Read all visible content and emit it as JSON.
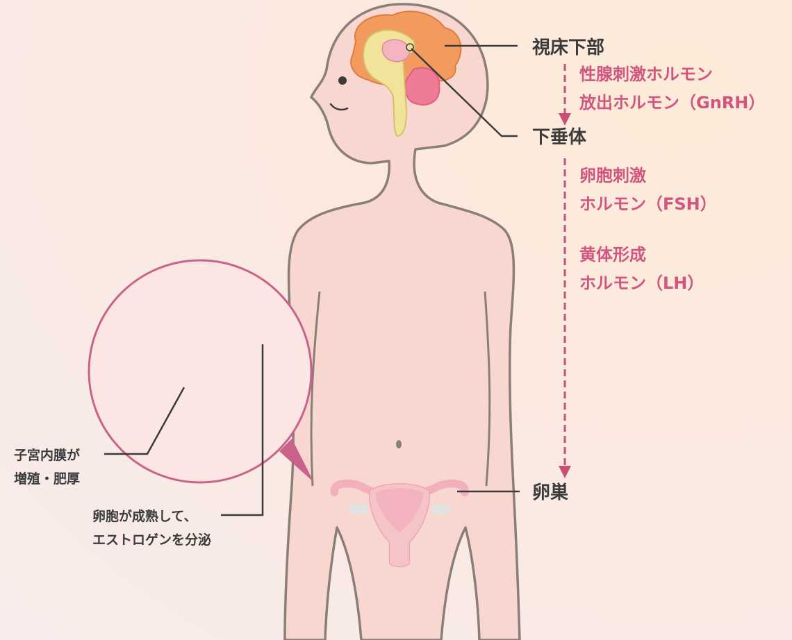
{
  "labels": {
    "hypothalamus": "視床下部",
    "pituitary": "下垂体",
    "ovary": "卵巣",
    "gnrh_line1": "性腺刺激ホルモン",
    "gnrh_line2": "放出ホルモン（GnRH）",
    "fsh_line1": "卵胞刺激",
    "fsh_line2": "ホルモン（FSH）",
    "lh_line1": "黄体形成",
    "lh_line2": "ホルモン（LH）",
    "endometrium_line1": "子宮内膜が",
    "endometrium_line2": "増殖・肥厚",
    "follicle_line1": "卵胞が成熟して、",
    "follicle_line2": "エストロゲンを分泌"
  },
  "colors": {
    "body_fill": "#f9d7d1",
    "body_outline": "#8a7e78",
    "hormone_text": "#d2557f",
    "arrow": "#c94f77",
    "dark_text": "#3b3b3b",
    "circle_outline": "#c8628a",
    "brain_cerebrum": "#f39a5f",
    "brain_cerebellum": "#ee7a96",
    "brainstem": "#f2e39a"
  }
}
